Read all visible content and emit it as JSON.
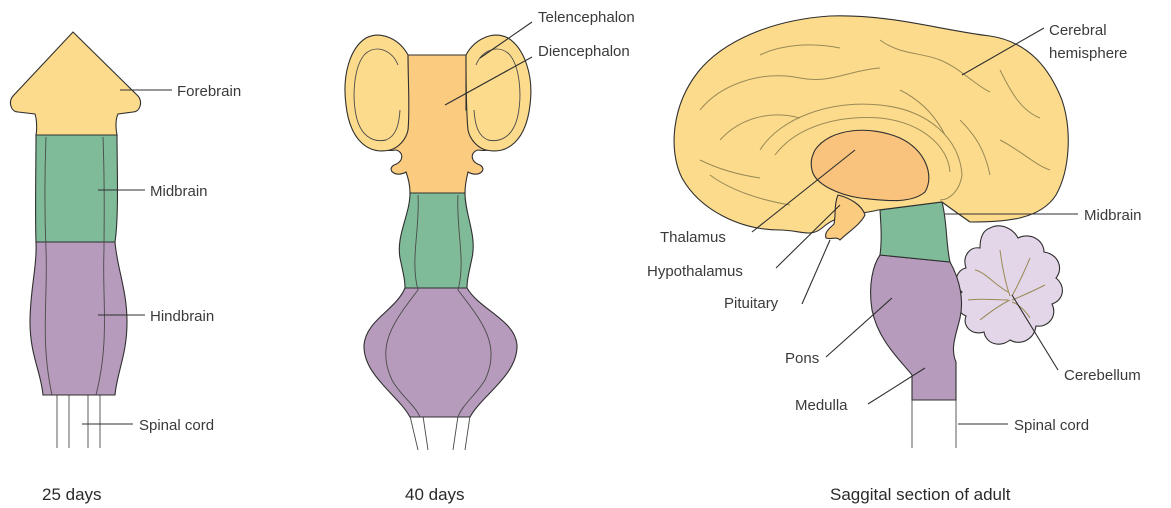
{
  "colors": {
    "forebrain": "#fcdb8c",
    "diencephalon": "#fbcb80",
    "midbrain": "#7fbb98",
    "hindbrain": "#b69bbc",
    "cerebellum": "#e3d6e8",
    "thalamus": "#f9c37d",
    "spinal": "#ffffff"
  },
  "stages": {
    "day25": {
      "caption": "25 days",
      "labels": {
        "forebrain": "Forebrain",
        "midbrain": "Midbrain",
        "hindbrain": "Hindbrain",
        "spinal_cord": "Spinal cord"
      }
    },
    "day40": {
      "caption": "40 days",
      "labels": {
        "telencephalon": "Telencephalon",
        "diencephalon": "Diencephalon"
      }
    },
    "adult": {
      "caption": "Saggital section of adult",
      "labels": {
        "cerebral_hemisphere_line1": "Cerebral",
        "cerebral_hemisphere_line2": "hemisphere",
        "midbrain": "Midbrain",
        "thalamus": "Thalamus",
        "hypothalamus": "Hypothalamus",
        "pituitary": "Pituitary",
        "pons": "Pons",
        "medulla": "Medulla",
        "cerebellum": "Cerebellum",
        "spinal_cord": "Spinal cord"
      }
    }
  }
}
